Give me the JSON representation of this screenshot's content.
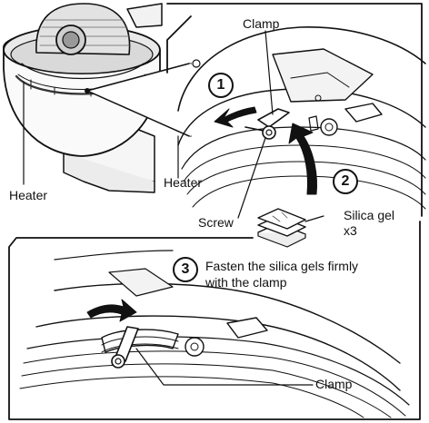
{
  "labels": {
    "clamp_top": "Clamp",
    "heater_left": "Heater",
    "heater_right": "Heater",
    "screw": "Screw",
    "silica_gel": "Silica gel",
    "silica_qty": "x3",
    "step3_line1": "Fasten the silica gels firmly",
    "step3_line2": "with the clamp",
    "clamp_bottom": "Clamp"
  },
  "steps": {
    "one": "1",
    "two": "2",
    "three": "3"
  }
}
